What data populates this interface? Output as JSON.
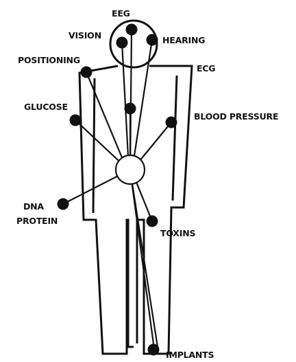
{
  "labels": {
    "eeg": "EEG",
    "vision": "VISION",
    "hearing": "HEARING",
    "positioning": "POSITIONING",
    "ecg": "ECG",
    "glucose": "GLUCOSE",
    "blood_pressure": "BLOOD PRESSURE",
    "dna": "DNA",
    "protein": "PROTEIN",
    "toxins": "TOXINS",
    "implants": "IMPLANTS"
  },
  "colors": {
    "ink": "#111111",
    "background": "#ffffff"
  }
}
